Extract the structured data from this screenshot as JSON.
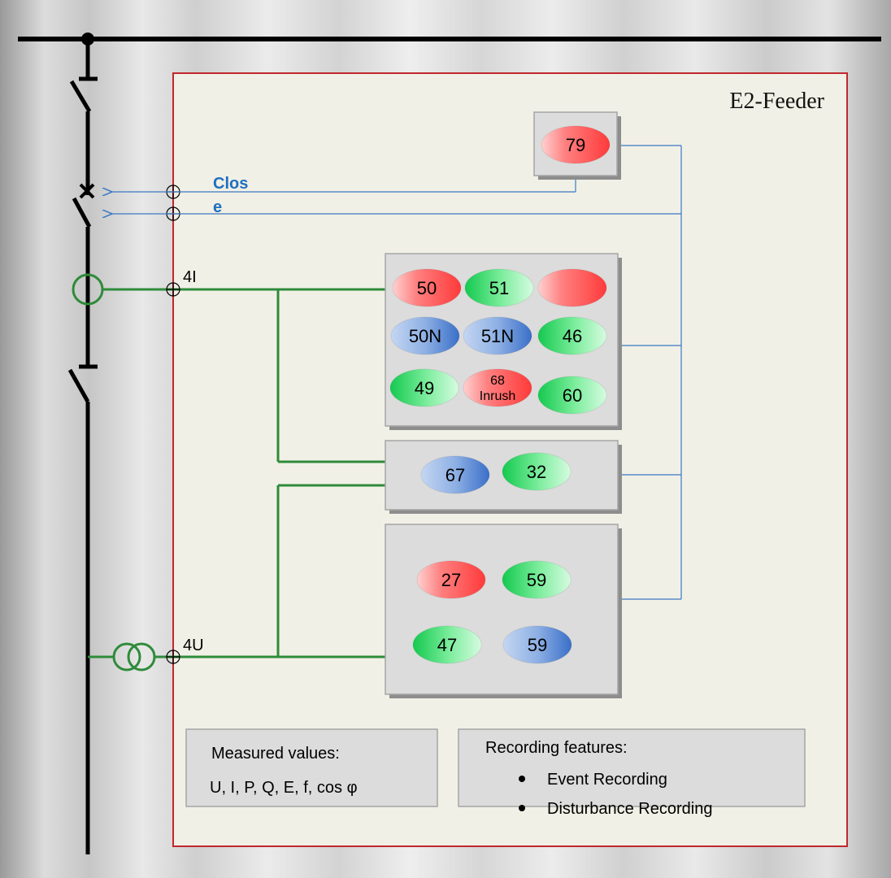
{
  "diagram": {
    "feeder_label": "E2-Feeder",
    "close_label_line1": "Clos",
    "close_label_line2": "e",
    "current_input_label": "4I",
    "voltage_input_label": "4U",
    "groups": [
      {
        "id": "reclose",
        "functions": [
          {
            "label": "79",
            "color": "red"
          }
        ]
      },
      {
        "id": "overcurrent",
        "functions": [
          {
            "label": "50",
            "color": "red"
          },
          {
            "label": "51",
            "color": "green"
          },
          {
            "label": "",
            "color": "red"
          },
          {
            "label": "50N",
            "color": "blue"
          },
          {
            "label": "51N",
            "color": "blue"
          },
          {
            "label": "46",
            "color": "green"
          },
          {
            "label": "49",
            "color": "green"
          },
          {
            "label": "68",
            "label2": "Inrush",
            "color": "red"
          },
          {
            "label": "60",
            "color": "green"
          }
        ]
      },
      {
        "id": "directional",
        "functions": [
          {
            "label": "67",
            "color": "blue"
          },
          {
            "label": "32",
            "color": "green"
          }
        ]
      },
      {
        "id": "voltage",
        "functions": [
          {
            "label": "27",
            "color": "red"
          },
          {
            "label": "59",
            "color": "green"
          },
          {
            "label": "47",
            "color": "green"
          },
          {
            "label": "59",
            "color": "blue"
          }
        ]
      }
    ],
    "measured": {
      "title": "Measured values:",
      "values": "U, I, P, Q, E, f, cos φ"
    },
    "recording": {
      "title": "Recording features:",
      "items": [
        "Event Recording",
        "Disturbance Recording"
      ]
    },
    "colors": {
      "feeder_border": "#c0282d",
      "feeder_fill": "#f1f0e6",
      "green_line": "#2e8b3a",
      "blue_line": "#3b78c4",
      "close_text": "#1f6fc0",
      "box_fill": "#dcdcdc",
      "box_border": "#a5a5a5",
      "red_ellipse": "#ff4a4a",
      "green_ellipse": "#2fd96a",
      "blue_ellipse": "#4b7fd1"
    }
  }
}
